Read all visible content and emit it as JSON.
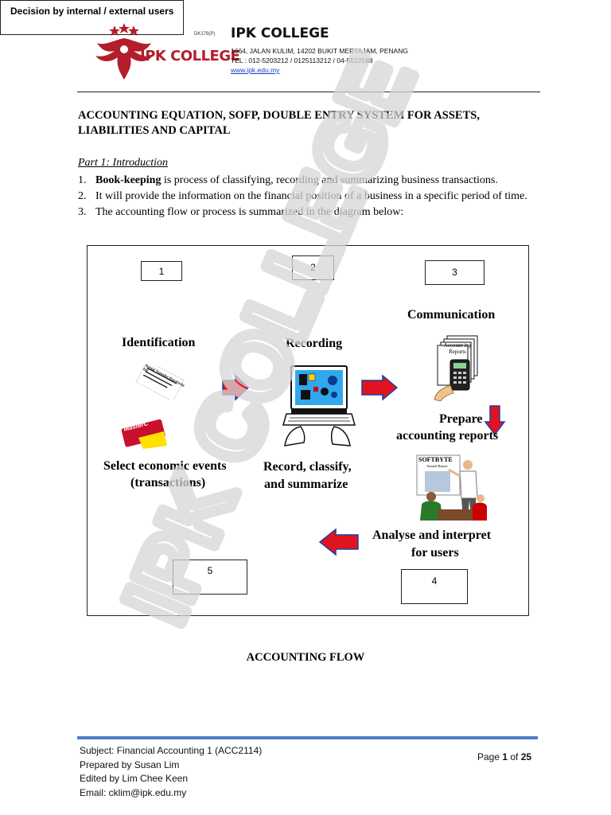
{
  "header": {
    "logo_text": "IPK COLLEGE",
    "registration": "DK179(P)",
    "college_name": "IPK COLLEGE",
    "address": "1664, JALAN KULIM, 14202 BUKIT MERTAJAM, PENANG",
    "phone": "TEL : 012-5203212 / 0125113212 / 04-5512588",
    "website": "www.ipk.edu.my"
  },
  "document": {
    "title_line1": "ACCOUNTING EQUATION, SOFP, DOUBLE ENTRY SYSTEM FOR ASSETS,",
    "title_line2": "LIABILITIES AND CAPITAL",
    "part_heading": "Part 1: Introduction",
    "items": [
      {
        "num": "1.",
        "bold": "Book-keeping",
        "text": " is process of classifying, recording and summarizing business transactions."
      },
      {
        "num": "2.",
        "text": "It will provide the information on the financial position of a business in a specific period of time."
      },
      {
        "num": "3.",
        "text": "The accounting flow or process is summarized in the diagram below:"
      }
    ]
  },
  "diagram": {
    "box1": "1",
    "box2": "2",
    "box3": "3",
    "box4": "4",
    "box5": "5",
    "identification": "Identification",
    "recording": "Recording",
    "communication": "Communication",
    "prepare_line1": "Prepare",
    "prepare_line2": "accounting reports",
    "select_line1": "Select economic events",
    "select_line2": "(transactions)",
    "record_line1": "Record, classify,",
    "record_line2": "and summarize",
    "analyse_line1": "Analyse and interpret",
    "analyse_line2": "for users",
    "decision": "Decision by internal / external users",
    "softbyte_title": "SOFTBYTE",
    "softbyte_sub": "Annual Report",
    "report_doc": "Account ing Reports",
    "receipt_text": "Rental Transfer Electricity bill",
    "card_text": "MasterC",
    "caption": "ACCOUNTING FLOW"
  },
  "watermark": "IPK COLLEGE",
  "footer": {
    "subject": "Subject: Financial Accounting 1 (ACC2114)",
    "prepared": "Prepared by Susan Lim",
    "edited": "Edited by Lim Chee Keen",
    "email": "Email: cklim@ipk.edu.my",
    "page_label": "Page ",
    "page_current": "1",
    "page_of": " of ",
    "page_total": "25"
  },
  "colors": {
    "logo_red": "#b21e2b",
    "arrow_red": "#e0141e",
    "arrow_blue": "#1f3fa8",
    "footer_rule": "#4f7ec4",
    "link_blue": "#1a3fd0",
    "watermark_gray": "#d6d6d6"
  }
}
